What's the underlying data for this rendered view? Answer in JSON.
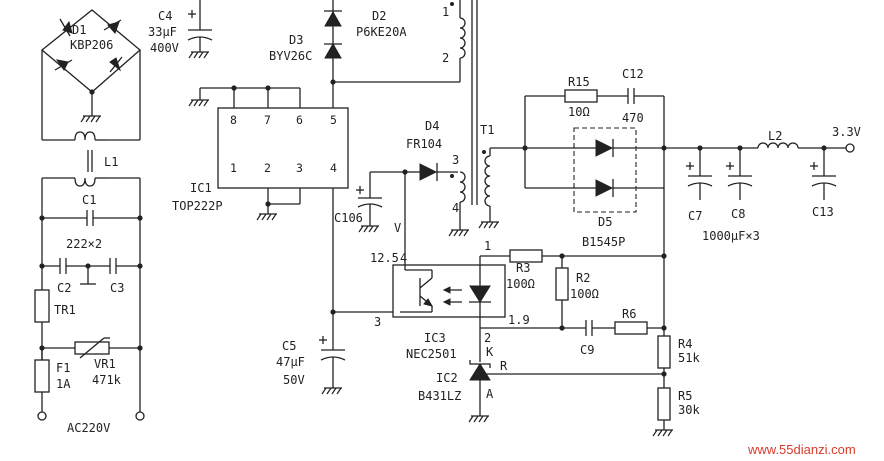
{
  "bridge": {
    "ref": "D1",
    "part": "KBP206"
  },
  "c4": {
    "ref": "C4",
    "value": "33μF",
    "voltage": "400V"
  },
  "d2": {
    "ref": "D2",
    "part": "P6KE20A"
  },
  "d3": {
    "ref": "D3",
    "part": "BYV26C"
  },
  "xfmr_pins": {
    "p1": "1",
    "p2": "2",
    "p3": "3",
    "p4": "4"
  },
  "l1": {
    "ref": "L1"
  },
  "c1": {
    "ref": "C1"
  },
  "c2c3": {
    "value": "222×2",
    "c2": "C2",
    "c3": "C3"
  },
  "tr1": {
    "ref": "TR1"
  },
  "f1": {
    "ref": "F1",
    "value": "1A"
  },
  "vr1": {
    "ref": "VR1",
    "value": "471k"
  },
  "ac": {
    "label": "AC220V"
  },
  "ic1": {
    "ref": "IC1",
    "part": "TOP222P",
    "pins": [
      "1",
      "2",
      "3",
      "4",
      "5",
      "6",
      "7",
      "8"
    ]
  },
  "d4": {
    "ref": "D4",
    "part": "FR104"
  },
  "t1": {
    "ref": "T1"
  },
  "c106": {
    "ref": "C106",
    "v_label": "V"
  },
  "r15": {
    "ref": "R15",
    "value": "10Ω"
  },
  "c12": {
    "ref": "C12",
    "value": "470"
  },
  "l2": {
    "ref": "L2"
  },
  "vout": {
    "label": "3.3V"
  },
  "d5": {
    "ref": "D5",
    "part": "B1545P"
  },
  "c7": {
    "ref": "C7"
  },
  "c8": {
    "ref": "C8"
  },
  "c13": {
    "ref": "C13"
  },
  "cap_note": {
    "text": "1000μF×3"
  },
  "ic3": {
    "ref": "IC3",
    "part": "NEC2501",
    "pin1": "1",
    "pin2": "2",
    "pin3": "3",
    "pin4": "4",
    "v_12_5": "12.5",
    "v_1_9": "1.9"
  },
  "r3": {
    "ref": "R3",
    "value": "100Ω"
  },
  "r2": {
    "ref": "R2",
    "value": "100Ω"
  },
  "r6": {
    "ref": "R6"
  },
  "c9": {
    "ref": "C9"
  },
  "c5": {
    "ref": "C5",
    "value": "47μF",
    "voltage": "50V"
  },
  "ic2": {
    "ref": "IC2",
    "part": "B431LZ",
    "k": "K",
    "r": "R",
    "a": "A"
  },
  "r4": {
    "ref": "R4",
    "value": "51k"
  },
  "r5": {
    "ref": "R5",
    "value": "30k"
  },
  "watermark": {
    "text": "www.55dianzi.com"
  }
}
